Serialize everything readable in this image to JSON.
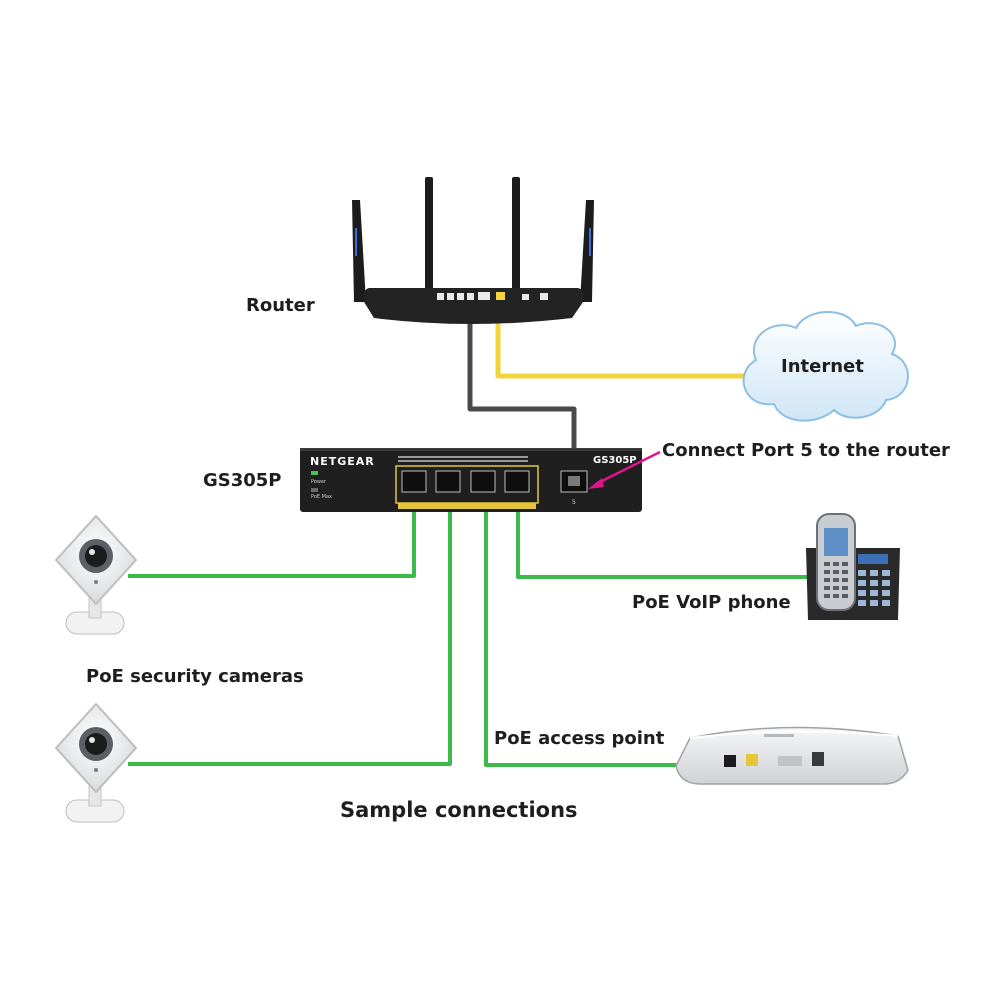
{
  "colors": {
    "poe_cable": "#3cbb4a",
    "internet_cable": "#f2d43c",
    "router_cable": "#4a4a4a",
    "pointer_arrow": "#e0158c",
    "cloud_fill": "#d9ecf8",
    "device_dark": "#1f1f1f"
  },
  "labels": {
    "router": "Router",
    "internet": "Internet",
    "switch": "GS305P",
    "connect_note": "Connect Port 5 to the router",
    "voip_phone": "PoE VoIP phone",
    "security_cameras": "PoE security cameras",
    "access_point": "PoE access point",
    "footer": "Sample connections"
  },
  "switch_panel": {
    "brand": "NETGEAR",
    "model": "GS305P",
    "led_power": "Power",
    "led_poe_max": "PoE Max",
    "port_5_number": "5"
  },
  "icons": {
    "router": "wifi-router-icon",
    "cloud": "cloud-icon",
    "switch": "network-switch-icon",
    "camera": "security-camera-icon",
    "phone": "voip-phone-icon",
    "access_point": "access-point-icon"
  }
}
